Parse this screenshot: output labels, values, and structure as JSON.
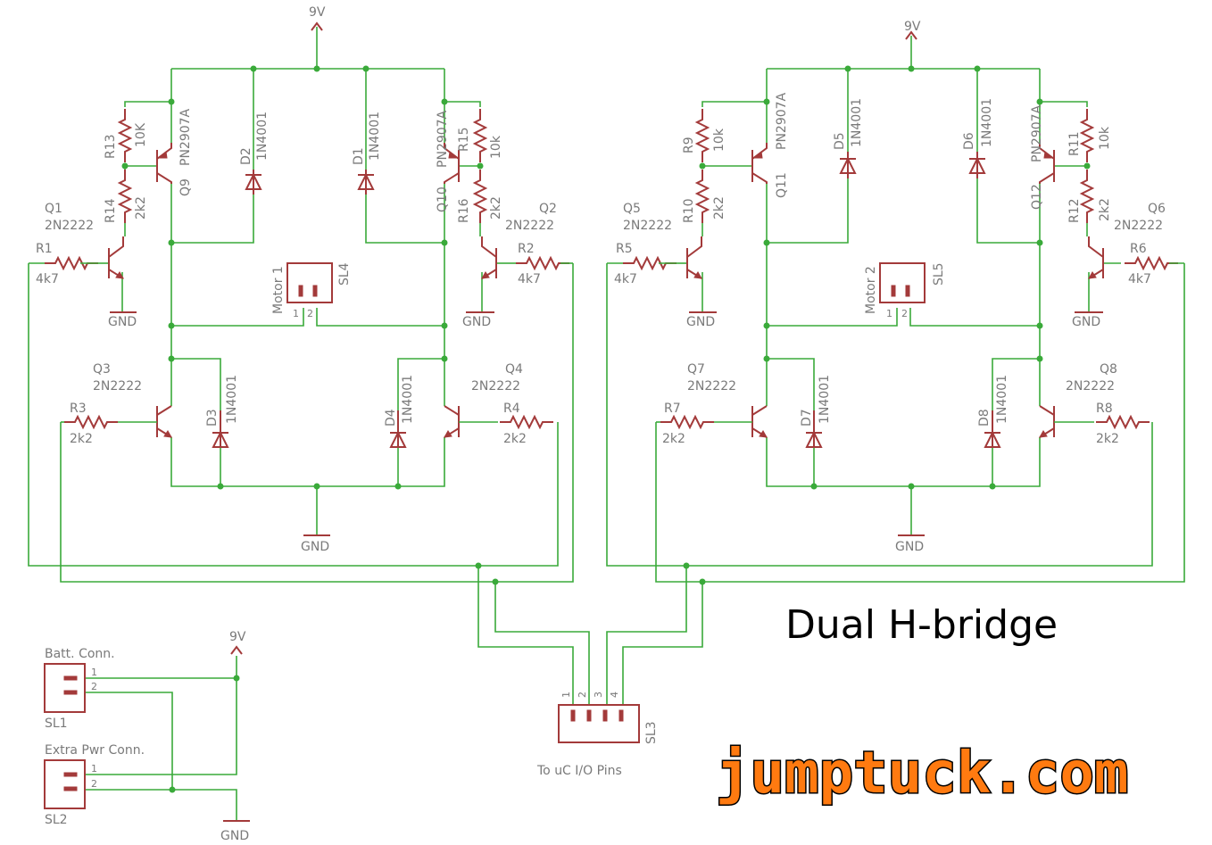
{
  "title": "Dual H-bridge",
  "brand": "jumptuck.com",
  "colors": {
    "wire": "#3aaa3a",
    "part": "#a33a3a",
    "label": "#7a7a7a",
    "brand": "#ff7a10"
  },
  "supply_label": "9V",
  "ground_label": "GND",
  "bridge1": {
    "q1": {
      "name": "Q1",
      "value": "2N2222"
    },
    "q2": {
      "name": "Q2",
      "value": "2N2222"
    },
    "q3": {
      "name": "Q3",
      "value": "2N2222"
    },
    "q4": {
      "name": "Q4",
      "value": "2N2222"
    },
    "q9": {
      "name": "Q9",
      "value": "PN2907A"
    },
    "q10": {
      "name": "Q10",
      "value": "PN2907A"
    },
    "r1": {
      "name": "R1",
      "value": "4k7"
    },
    "r2": {
      "name": "R2",
      "value": "4k7"
    },
    "r3": {
      "name": "R3",
      "value": "2k2"
    },
    "r4": {
      "name": "R4",
      "value": "2k2"
    },
    "r13": {
      "name": "R13",
      "value": "10K"
    },
    "r14": {
      "name": "R14",
      "value": "2k2"
    },
    "r15": {
      "name": "R15",
      "value": "10k"
    },
    "r16": {
      "name": "R16",
      "value": "2k2"
    },
    "d1": {
      "name": "D1",
      "value": "1N4001"
    },
    "d2": {
      "name": "D2",
      "value": "1N4001"
    },
    "d3": {
      "name": "D3",
      "value": "1N4001"
    },
    "d4": {
      "name": "D4",
      "value": "1N4001"
    },
    "motor": {
      "name": "SL4",
      "value": "Motor 1",
      "pin1": "1",
      "pin2": "2"
    }
  },
  "bridge2": {
    "q5": {
      "name": "Q5",
      "value": "2N2222"
    },
    "q6": {
      "name": "Q6",
      "value": "2N2222"
    },
    "q7": {
      "name": "Q7",
      "value": "2N2222"
    },
    "q8": {
      "name": "Q8",
      "value": "2N2222"
    },
    "q11": {
      "name": "Q11",
      "value": "PN2907A"
    },
    "q12": {
      "name": "Q12",
      "value": "PN2907A"
    },
    "r5": {
      "name": "R5",
      "value": "4k7"
    },
    "r6": {
      "name": "R6",
      "value": "4k7"
    },
    "r7": {
      "name": "R7",
      "value": "2k2"
    },
    "r8": {
      "name": "R8",
      "value": "2k2"
    },
    "r9": {
      "name": "R9",
      "value": "10k"
    },
    "r10": {
      "name": "R10",
      "value": "2k2"
    },
    "r11": {
      "name": "R11",
      "value": "10k"
    },
    "r12": {
      "name": "R12",
      "value": "2k2"
    },
    "d5": {
      "name": "D5",
      "value": "1N4001"
    },
    "d6": {
      "name": "D6",
      "value": "1N4001"
    },
    "d7": {
      "name": "D7",
      "value": "1N4001"
    },
    "d8": {
      "name": "D8",
      "value": "1N4001"
    },
    "motor": {
      "name": "SL5",
      "value": "Motor 2",
      "pin1": "1",
      "pin2": "2"
    }
  },
  "sl3": {
    "name": "SL3",
    "value": "To uC I/O Pins",
    "pins": [
      "1",
      "2",
      "3",
      "4"
    ]
  },
  "sl1": {
    "name": "SL1",
    "value": "Batt. Conn.",
    "pin1": "1",
    "pin2": "2"
  },
  "sl2": {
    "name": "SL2",
    "value": "Extra Pwr Conn.",
    "pin1": "1",
    "pin2": "2"
  }
}
